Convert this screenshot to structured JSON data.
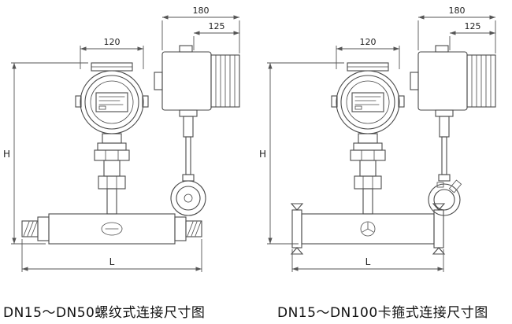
{
  "page": {
    "background": "#ffffff",
    "line_color": "#4a4a4a",
    "dimension_color": "#555555",
    "text_color": "#111111"
  },
  "left_diagram": {
    "caption": "DN15～DN50螺纹式连接尺寸图",
    "connection_type": "threaded",
    "dimensions": {
      "head_width": "120",
      "side_total_width": "180",
      "side_partial_width": "125",
      "height_label": "H",
      "length_label": "L"
    }
  },
  "right_diagram": {
    "caption": "DN15～DN100卡箍式连接尺寸图",
    "connection_type": "clamp",
    "dimensions": {
      "head_width": "120",
      "side_total_width": "180",
      "side_partial_width": "125",
      "height_label": "H",
      "length_label": "L"
    }
  }
}
